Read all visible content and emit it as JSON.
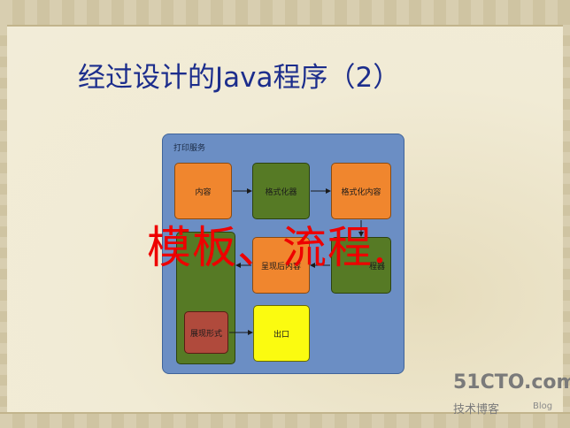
{
  "slide": {
    "title": "经过设计的Java程序（2）",
    "panel_label": "打印服务",
    "boxes": {
      "content": "内容",
      "formatter": "格式化器",
      "formatted_content": "格式化内容",
      "formatter2": "程器",
      "rendered_content": "呈现后内容",
      "display_form": "展现形式",
      "exit": "出口"
    },
    "overlay_text": "模板、流程."
  },
  "watermark": {
    "logo": "51CTO.com",
    "subtitle": "技术博客",
    "blog": "Blog"
  },
  "colors": {
    "title": "#1c2d8c",
    "panel": "#6b8ec4",
    "orange": "#f0862e",
    "green": "#567a25",
    "red": "#b04a3c",
    "yellow": "#fbfb10",
    "overlay": "#ee0000"
  }
}
